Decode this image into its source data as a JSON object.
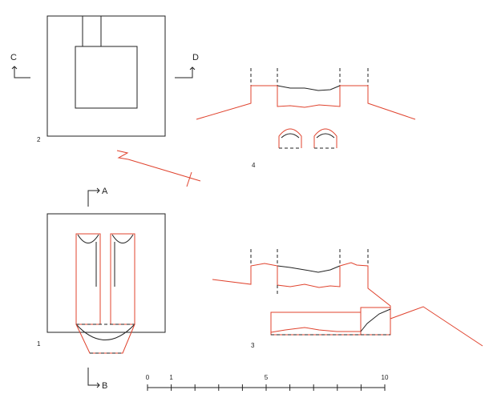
{
  "drawings": [
    {
      "number": "2"
    },
    {
      "number": "1"
    },
    {
      "number": "3"
    },
    {
      "number": "4"
    }
  ],
  "section_markers": [
    "C",
    "D",
    "A",
    "B"
  ],
  "scale_bar": {
    "ticks": [
      "0",
      "1",
      "",
      "",
      "",
      "5",
      "",
      "",
      "",
      "",
      "10"
    ]
  },
  "colors": {
    "line": "#222222",
    "accent": "#e0432e"
  }
}
